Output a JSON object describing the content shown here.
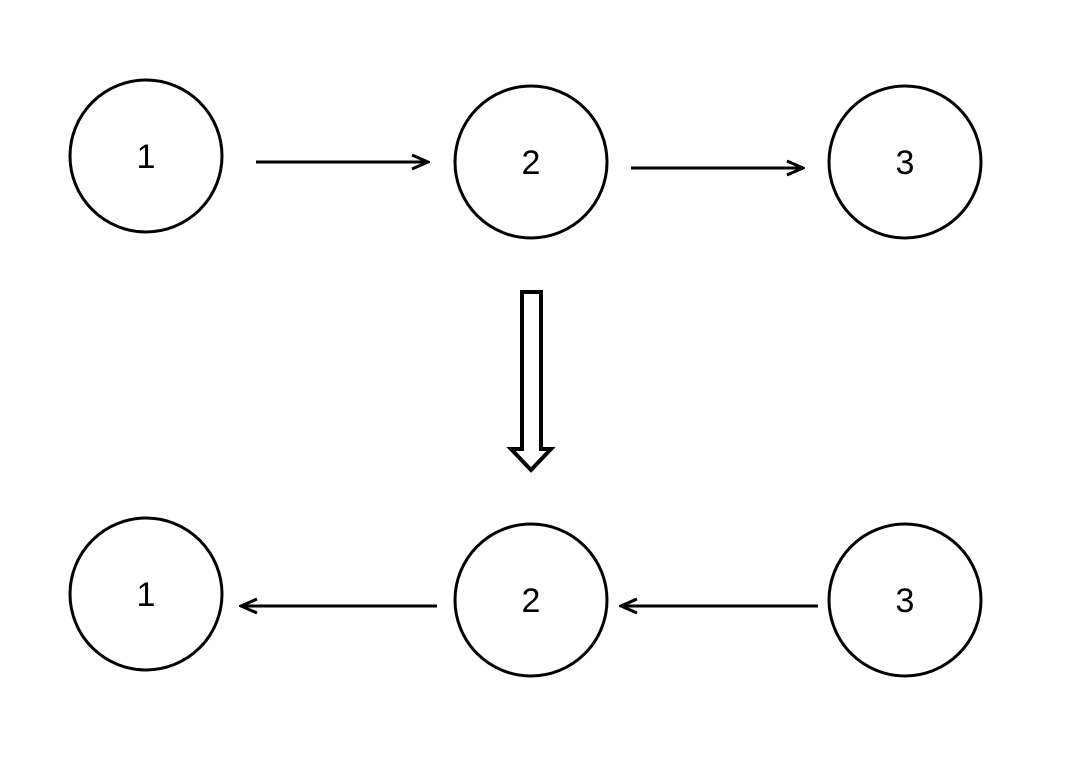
{
  "diagram": {
    "colors": {
      "background": "#ffffff",
      "stroke": "#000000"
    },
    "before": {
      "nodes": [
        {
          "id": "1",
          "label": "1"
        },
        {
          "id": "2",
          "label": "2"
        },
        {
          "id": "3",
          "label": "3"
        }
      ],
      "edges": [
        {
          "from": "1",
          "to": "2"
        },
        {
          "from": "2",
          "to": "3"
        }
      ]
    },
    "transition": {
      "icon": "hollow-down-arrow-icon"
    },
    "after": {
      "nodes": [
        {
          "id": "1",
          "label": "1"
        },
        {
          "id": "2",
          "label": "2"
        },
        {
          "id": "3",
          "label": "3"
        }
      ],
      "edges": [
        {
          "from": "2",
          "to": "1"
        },
        {
          "from": "3",
          "to": "2"
        }
      ]
    }
  }
}
